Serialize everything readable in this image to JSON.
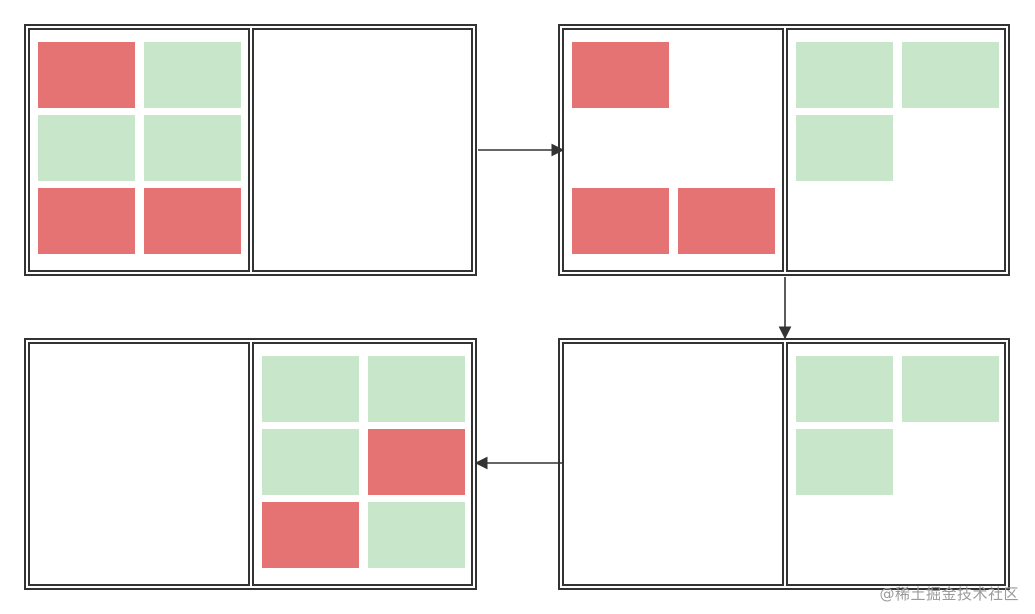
{
  "colors": {
    "red": "#e57373",
    "green": "#c8e6c9",
    "border": "#333333",
    "arrow": "#333333"
  },
  "panels": [
    {
      "id": "step-1",
      "left": [
        "red",
        "green",
        "green",
        "green",
        "red",
        "red"
      ],
      "right": [
        "",
        "",
        "",
        "",
        "",
        ""
      ]
    },
    {
      "id": "step-2",
      "left": [
        "red",
        "",
        "",
        "",
        "red",
        "red"
      ],
      "right": [
        "green",
        "green",
        "green",
        "",
        "",
        ""
      ]
    },
    {
      "id": "step-3",
      "left": [
        "",
        "",
        "",
        "",
        "",
        ""
      ],
      "right": [
        "green",
        "green",
        "green",
        "",
        "",
        ""
      ]
    },
    {
      "id": "step-4",
      "left": [
        "",
        "",
        "",
        "",
        "",
        ""
      ],
      "right": [
        "green",
        "green",
        "green",
        "red",
        "red",
        "green"
      ]
    }
  ],
  "arrows": [
    {
      "from": "step-1",
      "to": "step-2",
      "icon": "arrow-right"
    },
    {
      "from": "step-2",
      "to": "step-3",
      "icon": "arrow-down"
    },
    {
      "from": "step-3",
      "to": "step-4",
      "icon": "arrow-left"
    }
  ],
  "watermark": "@稀土掘金技术社区"
}
